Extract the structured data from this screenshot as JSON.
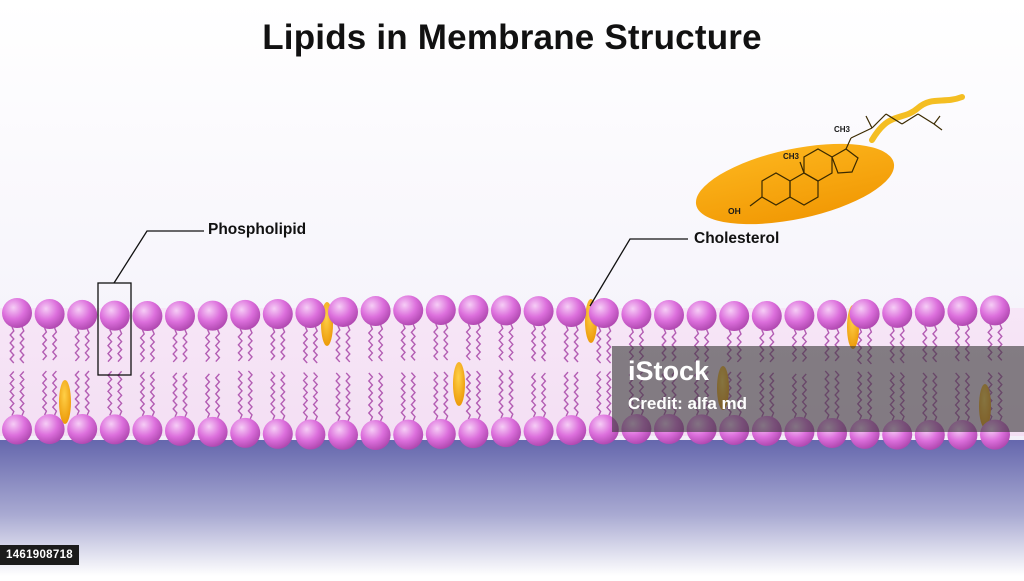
{
  "diagram": {
    "title": "Lipids in Membrane Structure",
    "labels": {
      "phospholipid": "Phospholipid",
      "cholesterol": "Cholesterol"
    },
    "molecule": {
      "ch3_top": "CH3",
      "ch3_mid": "CH3",
      "oh": "OH"
    },
    "colors": {
      "head": "#d96ad9",
      "tail": "#b35db3",
      "cholesterol": "#f2a20f",
      "cytoplasm": "#6a6cb0"
    }
  },
  "watermark": {
    "logo": "iStock",
    "credit": "Credit: alfa md"
  },
  "image_id": "1461908718"
}
